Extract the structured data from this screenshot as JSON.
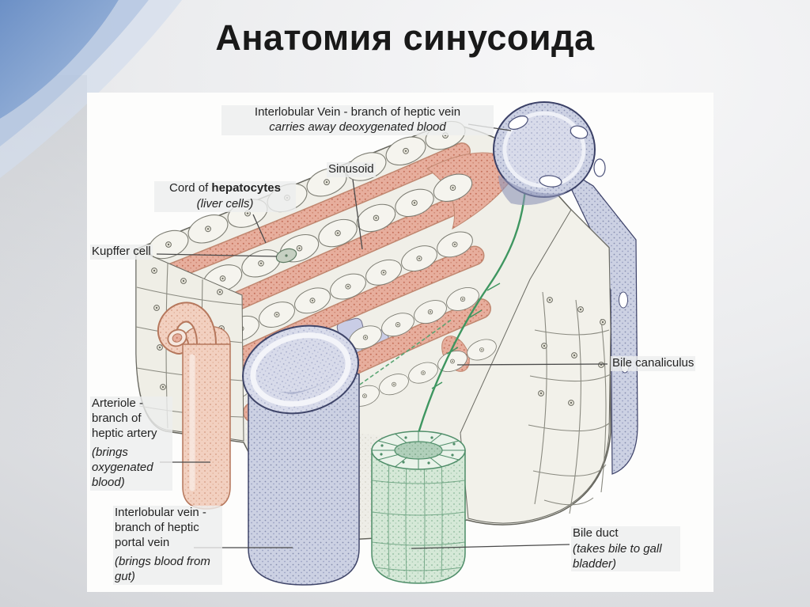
{
  "slide": {
    "title": "Анатомия синусоида"
  },
  "diagram": {
    "labels": {
      "central_vein": {
        "line1": "Interlobular Vein - branch of heptic vein",
        "line2": "carries away deoxygenated blood"
      },
      "sinusoid": "Sinusoid",
      "cord": {
        "prefix": "Cord of ",
        "bold": "hepatocytes",
        "note": "(liver cells)"
      },
      "kupffer": "Kupffer cell",
      "arteriole": {
        "main": "Arteriole - branch of heptic artery",
        "note": "(brings oxygenated blood)"
      },
      "portal_vein": {
        "main": "Interlobular vein - branch of heptic portal vein",
        "note": "(brings blood from gut)"
      },
      "bile_canaliculus": "Bile canaliculus",
      "bile_duct": {
        "main": "Bile duct",
        "note": "(takes bile to gall bladder)"
      }
    },
    "colors": {
      "sinusoid_pink": "#e0977f",
      "vein_blue": "#ccd1e3",
      "bile_green": "#cfe5d2",
      "arteriole_pink": "#f2cfbf",
      "hepatocyte": "#f5f4ee",
      "accent_corner_blue": "#6c90c6"
    }
  }
}
